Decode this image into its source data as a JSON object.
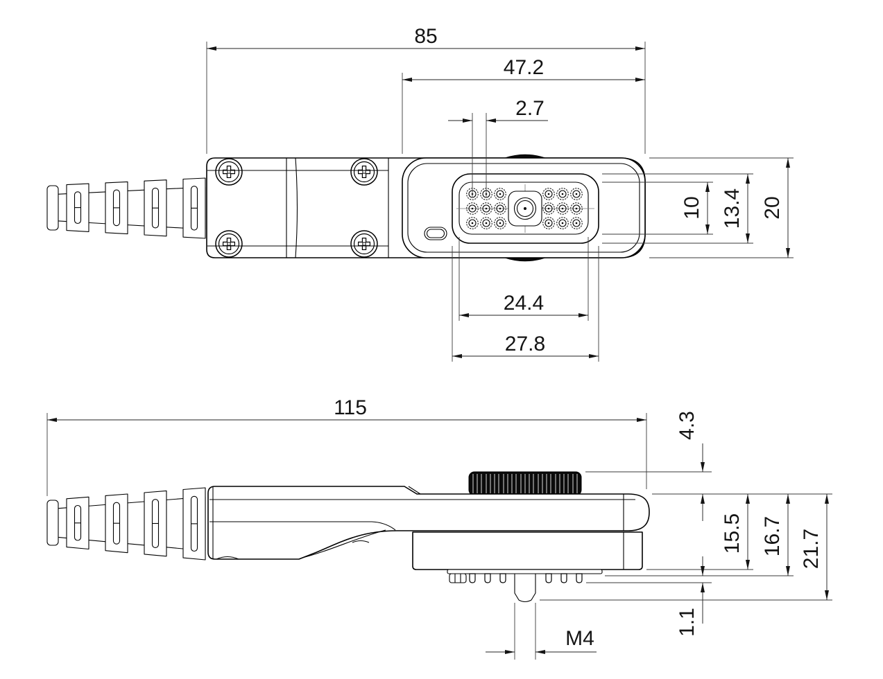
{
  "drawing": {
    "kind": "technical-dimension-drawing",
    "views": {
      "top": "top-view",
      "side": "side-view"
    },
    "colors": {
      "background": "#ffffff",
      "line": "#000000",
      "thumbwheel": "#0b0b0b"
    }
  },
  "dimensions": {
    "top_view": {
      "overall_width": "85",
      "head_width": "47.2",
      "pin_pitch": "2.7",
      "pin_field_height": "10",
      "recess_height": "13.4",
      "body_height": "20",
      "pin_field_width": "24.4",
      "recess_width": "27.8"
    },
    "side_view": {
      "overall_length": "115",
      "knob_protrusion": "4.3",
      "depth_to_base": "15.5",
      "depth_to_pin_shoulder": "16.7",
      "overall_depth": "21.7",
      "pin_protrusion": "1.1",
      "stud_thread": "M4"
    }
  }
}
